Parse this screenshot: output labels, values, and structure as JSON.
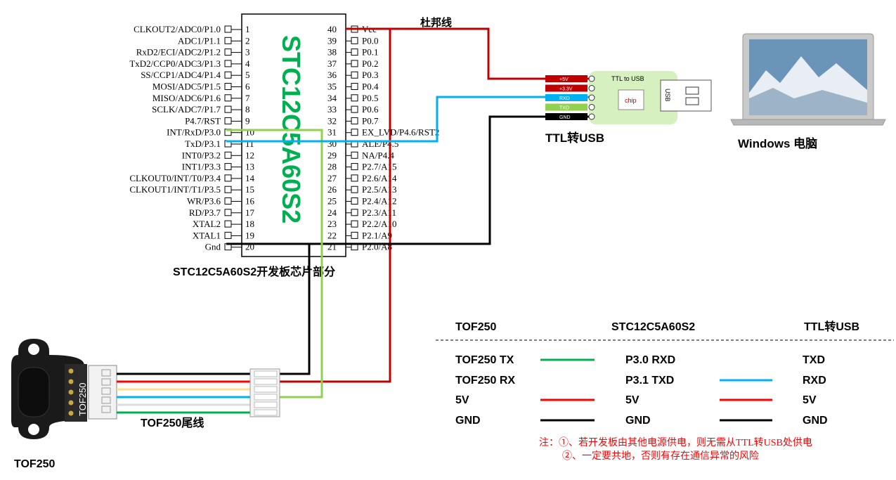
{
  "chip": {
    "name": "STC12C5A60S2",
    "caption": "STC12C5A60S2开发板芯片部分",
    "left_pins": [
      {
        "num": "1",
        "label": "CLKOUT2/ADC0/P1.0"
      },
      {
        "num": "2",
        "label": "ADC1/P1.1"
      },
      {
        "num": "3",
        "label": "RxD2/ECI/ADC2/P1.2"
      },
      {
        "num": "4",
        "label": "TxD2/CCP0/ADC3/P1.3"
      },
      {
        "num": "5",
        "label": "SS/CCP1/ADC4/P1.4"
      },
      {
        "num": "6",
        "label": "MOSI/ADC5/P1.5"
      },
      {
        "num": "7",
        "label": "MISO/ADC6/P1.6"
      },
      {
        "num": "8",
        "label": "SCLK/ADC7/P1.7"
      },
      {
        "num": "9",
        "label": "P4.7/RST"
      },
      {
        "num": "10",
        "label": "INT/RxD/P3.0"
      },
      {
        "num": "11",
        "label": "TxD/P3.1"
      },
      {
        "num": "12",
        "label": "INT0/P3.2"
      },
      {
        "num": "13",
        "label": "INT1/P3.3"
      },
      {
        "num": "14",
        "label": "CLKOUT0/INT/T0/P3.4"
      },
      {
        "num": "15",
        "label": "CLKOUT1/INT/T1/P3.5"
      },
      {
        "num": "16",
        "label": "WR/P3.6"
      },
      {
        "num": "17",
        "label": "RD/P3.7"
      },
      {
        "num": "18",
        "label": "XTAL2"
      },
      {
        "num": "19",
        "label": "XTAL1"
      },
      {
        "num": "20",
        "label": "Gnd"
      }
    ],
    "right_pins": [
      {
        "num": "40",
        "label": "Vcc"
      },
      {
        "num": "39",
        "label": "P0.0"
      },
      {
        "num": "38",
        "label": "P0.1"
      },
      {
        "num": "37",
        "label": "P0.2"
      },
      {
        "num": "36",
        "label": "P0.3"
      },
      {
        "num": "35",
        "label": "P0.4"
      },
      {
        "num": "34",
        "label": "P0.5"
      },
      {
        "num": "33",
        "label": "P0.6"
      },
      {
        "num": "32",
        "label": "P0.7"
      },
      {
        "num": "31",
        "label": "EX_LVD/P4.6/RST2"
      },
      {
        "num": "30",
        "label": "ALE/P4.5"
      },
      {
        "num": "29",
        "label": "NA/P4.4"
      },
      {
        "num": "28",
        "label": "P2.7/A15"
      },
      {
        "num": "27",
        "label": "P2.6/A14"
      },
      {
        "num": "26",
        "label": "P2.5/A13"
      },
      {
        "num": "25",
        "label": "P2.4/A12"
      },
      {
        "num": "24",
        "label": "P2.3/A11"
      },
      {
        "num": "23",
        "label": "P2.2/A10"
      },
      {
        "num": "22",
        "label": "P2.1/A9"
      },
      {
        "num": "21",
        "label": "P2.0/A8"
      }
    ]
  },
  "dupont_label": "杜邦线",
  "ttl": {
    "title": "TTL to USB",
    "chip": "chip",
    "usb": "USB",
    "caption": "TTL转USB",
    "pins": [
      "+5V",
      "+3.3V",
      "RXD",
      "TXD",
      "GND"
    ]
  },
  "laptop_caption": "Windows 电脑",
  "tof": {
    "side_label": "TOF250",
    "caption": "TOF250",
    "tail_label": "TOF250尾线"
  },
  "legend": {
    "headers": [
      "TOF250",
      "STC12C5A60S2",
      "TTL转USB"
    ],
    "rows": [
      {
        "a": "TOF250 TX",
        "b": "P3.0 RXD",
        "c": "TXD"
      },
      {
        "a": "TOF250 RX",
        "b": "P3.1 TXD",
        "c": "RXD"
      },
      {
        "a": "5V",
        "b": "5V",
        "c": "5V"
      },
      {
        "a": "GND",
        "b": "GND",
        "c": "GND"
      }
    ]
  },
  "notes": [
    "注：①、若开发板由其他电源供电，则无需从TTL转USB处供电",
    "②、一定要共地，否则有存在通信异常的风险"
  ],
  "colors": {
    "red": "#c00000",
    "black": "#000000",
    "green": "#92d050",
    "blue": "#00b0f0",
    "legend_green": "#00b050",
    "legend_blue": "#00b0f0",
    "legend_red": "#ff0000",
    "chip_text": "#00b050",
    "ttl_board": "#d6f0c0",
    "note_red": "#ff0000"
  }
}
